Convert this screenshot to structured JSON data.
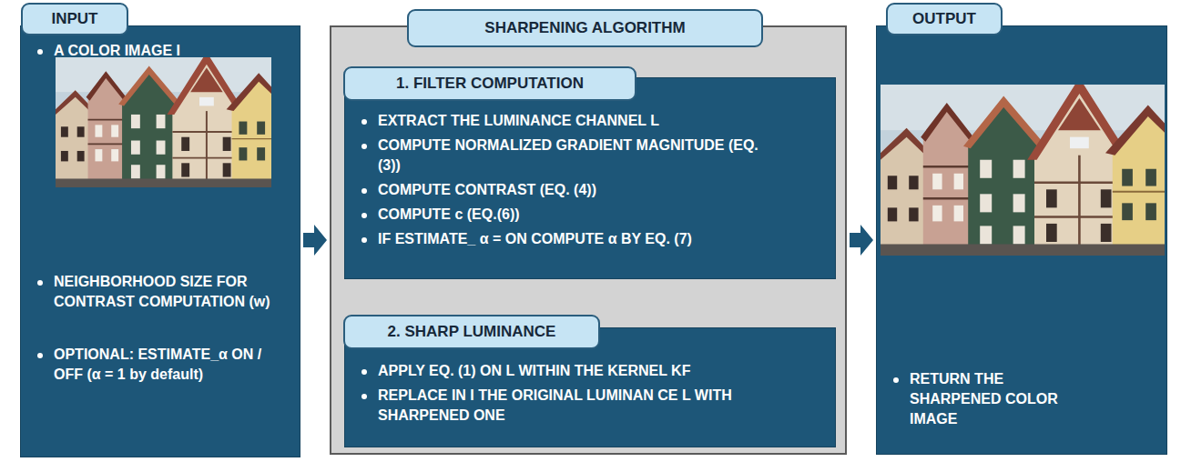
{
  "diagram": {
    "nodes": [
      {
        "text": [
          "INPUT",
          "A COLOR IMAGE I",
          "NEIGHBORHOOD SIZE FOR CONTRAST COMPUTATION (w)",
          "OPTIONAL: ESTIMATE_α ON / OFF (α = 1 by default)"
        ]
      },
      {
        "text": [
          "SHARPENING ALGORITHM"
        ]
      },
      {
        "text": [
          "1. FILTER COMPUTATION",
          "EXTRACT THE LUMINANCE CHANNEL L",
          "COMPUTE NORMALIZED GRADIENT MAGNITUDE (EQ. (3))",
          "COMPUTE CONTRAST (EQ. (4))",
          "COMPUTE c (EQ.(6))",
          "IF ESTIMATE_ α = ON COMPUTE α BY EQ. (7)"
        ],
        "in": 1
      },
      {
        "text": [
          "2. SHARP LUMINANCE",
          "APPLY EQ. (1) ON L WITHIN THE KERNEL KF",
          "REPLACE IN I THE ORIGINAL LUMINAN CE L WITH SHARPENED ONE"
        ],
        "in": 1
      },
      {
        "text": [
          "OUTPUT",
          "RETURN THE SHARPENED COLOR IMAGE"
        ]
      }
    ],
    "edges": [
      {
        "from": 0,
        "to": 1,
        "arrow": "to"
      },
      {
        "from": 1,
        "to": 4,
        "arrow": "to"
      }
    ]
  }
}
